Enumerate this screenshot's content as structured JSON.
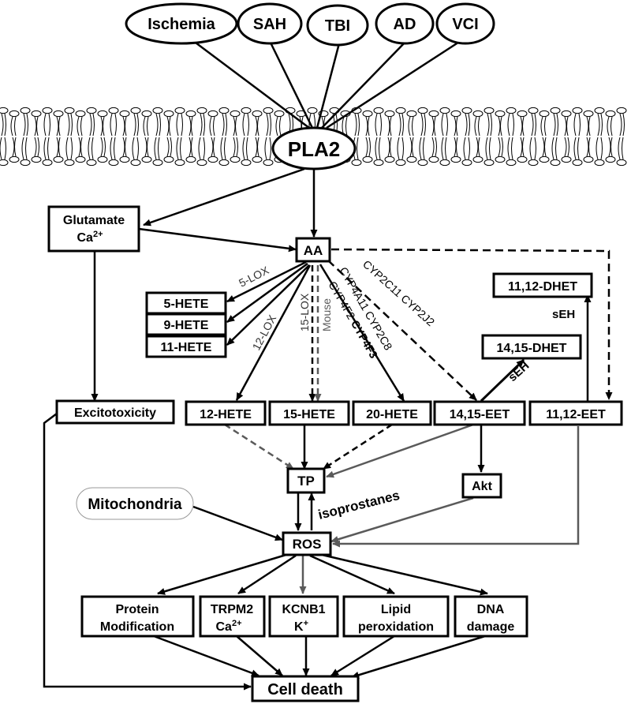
{
  "conditions": [
    "Ischemia",
    "SAH",
    "TBI",
    "AD",
    "VCI"
  ],
  "pla2": "PLA2",
  "glutamate": {
    "line1": "Glutamate",
    "line2": "Ca",
    "sup": "2+"
  },
  "aa": "AA",
  "hete_lox": [
    "5-HETE",
    "9-HETE",
    "11-HETE"
  ],
  "hete_main": [
    "12-HETE",
    "15-HETE",
    "20-HETE"
  ],
  "eet": [
    "14,15-EET",
    "11,12-EET"
  ],
  "dhet": [
    "14,15-DHET",
    "11,12-DHET"
  ],
  "seh": [
    "sEH",
    "sEH"
  ],
  "enzymes": {
    "lox5": "5-LOX",
    "lox12": "12-LOX",
    "lox15": "15-LOX",
    "mouse": "Mouse",
    "cyp4a": "CYP4A11 CYP2C8",
    "cyp4f": "CYP4F2",
    "cyp4f3": "CYP4F3",
    "cyp2c": "CYP2C11 CYP2J2"
  },
  "excitotoxicity": "Excitotoxicity",
  "tp": "TP",
  "akt": "Akt",
  "mitochondria": "Mitochondria",
  "isoprostanes": "isoprostanes",
  "ros": "ROS",
  "outcomes": {
    "protein": [
      "Protein",
      "Modification"
    ],
    "trpm2": {
      "line1": "TRPM2",
      "line2": "Ca",
      "sup": "2+"
    },
    "kcnb1": {
      "line1": "KCNB1",
      "line2": "K",
      "sup": "+"
    },
    "lipid": [
      "Lipid",
      "peroxidation"
    ],
    "dna": [
      "DNA",
      "damage"
    ]
  },
  "cell_death": "Cell death",
  "colors": {
    "black": "#000000",
    "gray": "#5a5a5a"
  }
}
